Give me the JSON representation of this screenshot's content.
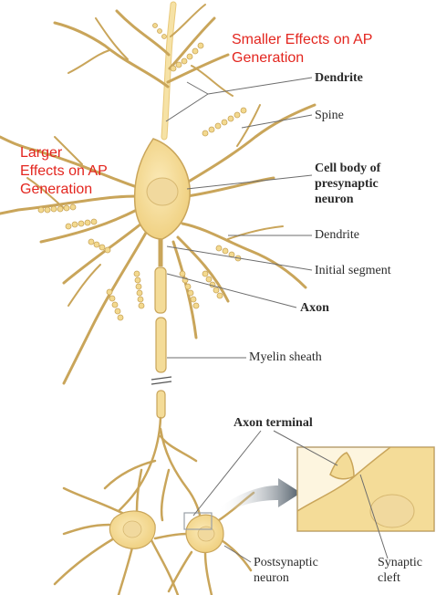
{
  "annotations": {
    "smaller_effects": [
      "Smaller Effects on AP",
      "Generation"
    ],
    "larger_effects": [
      "Larger",
      "Effects on AP",
      "Generation"
    ]
  },
  "labels": {
    "dendrite_top": "Dendrite",
    "spine": "Spine",
    "cell_body": [
      "Cell body of",
      "presynaptic",
      "neuron"
    ],
    "dendrite_mid": "Dendrite",
    "initial_segment": "Initial segment",
    "axon": "Axon",
    "myelin_sheath": "Myelin sheath",
    "axon_terminal": "Axon terminal",
    "postsynaptic": [
      "Postsynaptic",
      "neuron"
    ],
    "synaptic_cleft": [
      "Synaptic",
      "cleft"
    ]
  },
  "colors": {
    "cell_fill": "#f4dc98",
    "cell_stroke": "#c9a55a",
    "annotation": "#e3261f",
    "leader": "#6d6d6d"
  }
}
